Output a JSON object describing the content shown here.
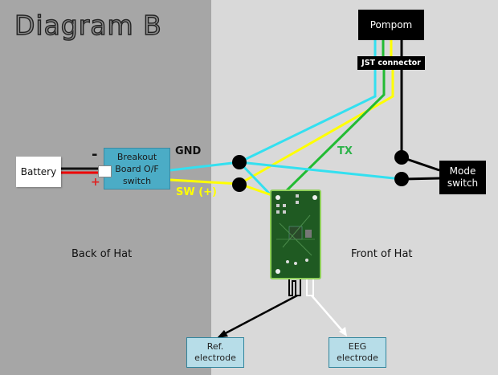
{
  "title": "Diagram B",
  "regions": {
    "back": "Back of Hat",
    "front": "Front of Hat"
  },
  "components": {
    "battery": "Battery",
    "breakout": [
      "Breakout",
      "Board O/F",
      "switch"
    ],
    "pompom": "Pompom",
    "jst": "JST connector",
    "mode_switch": [
      "Mode",
      "switch"
    ],
    "ref_electrode": [
      "Ref.",
      "electrode"
    ],
    "eeg_electrode": [
      "EEG",
      "electrode"
    ]
  },
  "wire_labels": {
    "gnd": "GND",
    "sw": "SW (+)",
    "tx": "TX",
    "minus": "-",
    "plus": "+"
  },
  "colors": {
    "back_panel": "#a6a6a6",
    "front_panel": "#d9d9d9",
    "gnd_wire": "#33e0f0",
    "sw_wire": "#ffff00",
    "tx_wire": "#22bb33",
    "mode_wire": "#000000",
    "breakout_box": "#4bacc6",
    "electrode_box": "#b7dde8"
  }
}
